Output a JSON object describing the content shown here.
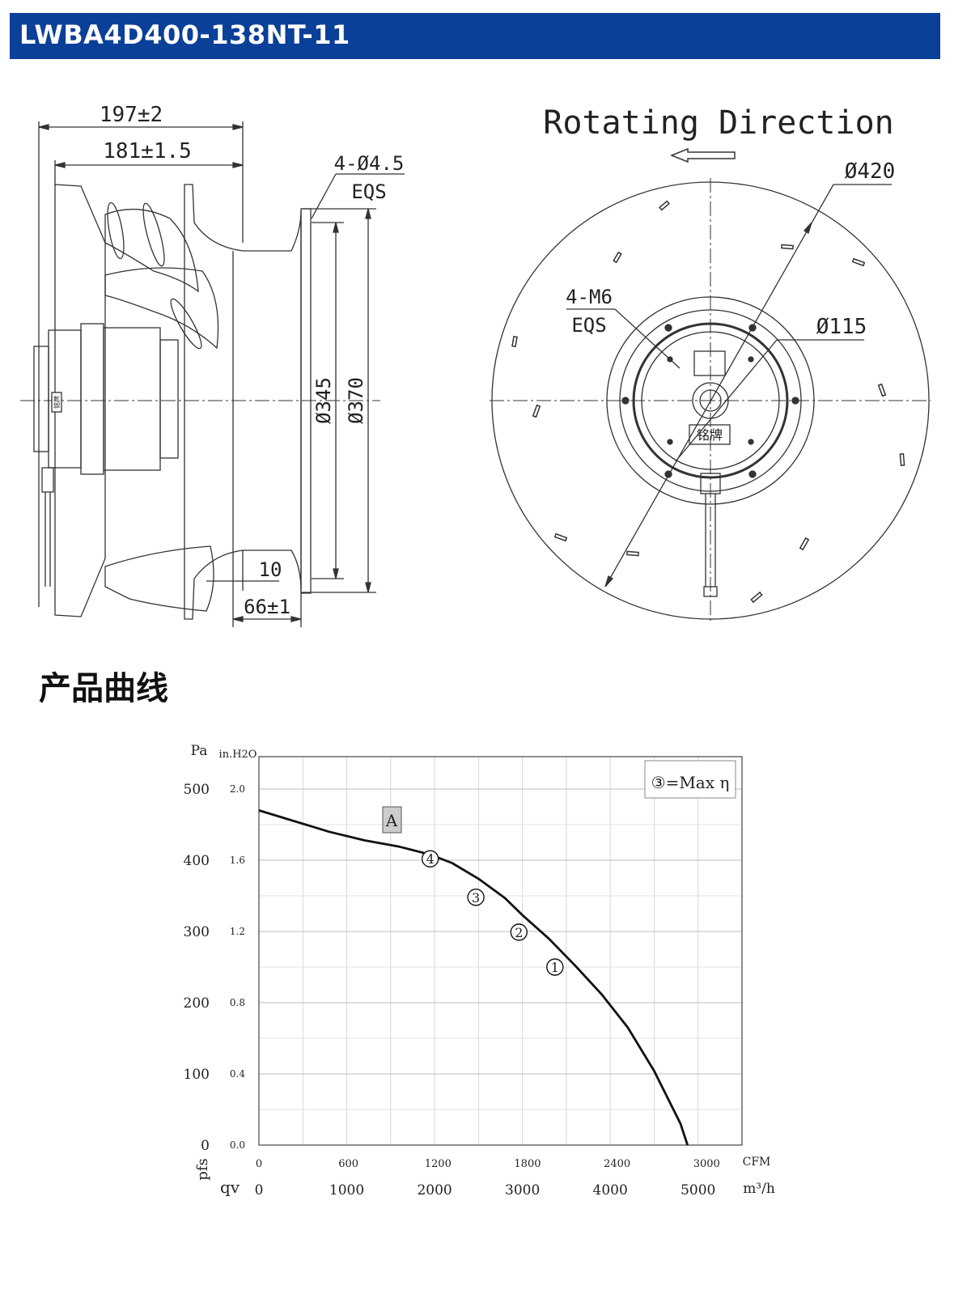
{
  "header": {
    "title": "LWBA4D400-138NT-11"
  },
  "drawing": {
    "side_view": {
      "dim_overall_width": "197±2",
      "dim_body_width": "181±1.5",
      "dim_holes": "4-Ø4.5",
      "dim_holes_eqs": "EQS",
      "dim_inner_diameter": "Ø345",
      "dim_outer_diameter": "Ø370",
      "dim_flange_thickness": "10",
      "dim_inlet_depth": "66±1",
      "label_plate": "铭牌"
    },
    "front_view": {
      "rotating_direction": "Rotating Direction",
      "dim_impeller_diameter": "Ø420",
      "dim_thread_holes": "4-M6",
      "dim_thread_eqs": "EQS",
      "dim_hub_diameter": "Ø115",
      "label_plate": "铭牌"
    }
  },
  "section": {
    "title": "产品曲线"
  },
  "chart_data": {
    "type": "line",
    "title": "",
    "y_label_primary": "Pa",
    "y_label_secondary": "in.H2O",
    "y_label_left_rotated": "pfs",
    "x_label_primary": "qv",
    "x_unit_primary": "m³/h",
    "x_unit_secondary": "CFM",
    "ylim": [
      0,
      500
    ],
    "xlim": [
      0,
      5500
    ],
    "y_ticks_pa": [
      "0",
      "100",
      "200",
      "300",
      "400",
      "500"
    ],
    "y_ticks_inh2o": [
      "0.0",
      "0.4",
      "0.8",
      "1.2",
      "1.6",
      "2.0"
    ],
    "x_ticks_m3h": [
      "0",
      "1000",
      "2000",
      "3000",
      "4000",
      "5000"
    ],
    "x_ticks_cfm": [
      "0",
      "600",
      "1200",
      "1800",
      "2400",
      "3000"
    ],
    "curve_label": "A",
    "legend": "③=Max η",
    "series": [
      {
        "values": [
          {
            "x": 0,
            "y": 470
          },
          {
            "x": 400,
            "y": 455
          },
          {
            "x": 800,
            "y": 440
          },
          {
            "x": 1200,
            "y": 428
          },
          {
            "x": 1600,
            "y": 419
          },
          {
            "x": 1950,
            "y": 408
          },
          {
            "x": 2200,
            "y": 396
          },
          {
            "x": 2500,
            "y": 374
          },
          {
            "x": 2800,
            "y": 347
          },
          {
            "x": 3000,
            "y": 323
          },
          {
            "x": 3300,
            "y": 290
          },
          {
            "x": 3600,
            "y": 252
          },
          {
            "x": 3900,
            "y": 212
          },
          {
            "x": 4200,
            "y": 165
          },
          {
            "x": 4500,
            "y": 104
          },
          {
            "x": 4800,
            "y": 30
          },
          {
            "x": 4880,
            "y": 0
          }
        ]
      }
    ],
    "operating_points": [
      {
        "label": "4",
        "x": 1950,
        "y": 402
      },
      {
        "label": "3",
        "x": 2470,
        "y": 348
      },
      {
        "label": "2",
        "x": 2960,
        "y": 299
      },
      {
        "label": "1",
        "x": 3370,
        "y": 250
      }
    ]
  }
}
